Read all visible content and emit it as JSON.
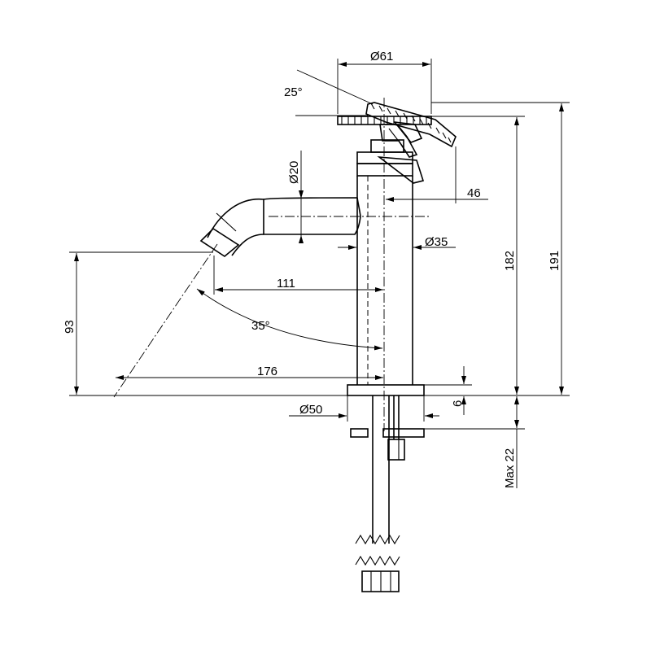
{
  "drawing": {
    "dimensions": {
      "handle_diameter": "Ø61",
      "handle_angle": "25°",
      "spout_diameter": "Ø20",
      "handle_offset": "46",
      "body_diameter": "Ø35",
      "spout_reach": "111",
      "spout_angle": "35°",
      "outlet_height": "93",
      "spray_reach": "176",
      "body_height": "182",
      "total_height": "191",
      "base_diameter": "Ø50",
      "base_thickness": "6",
      "max_deck": "Max 22"
    }
  }
}
